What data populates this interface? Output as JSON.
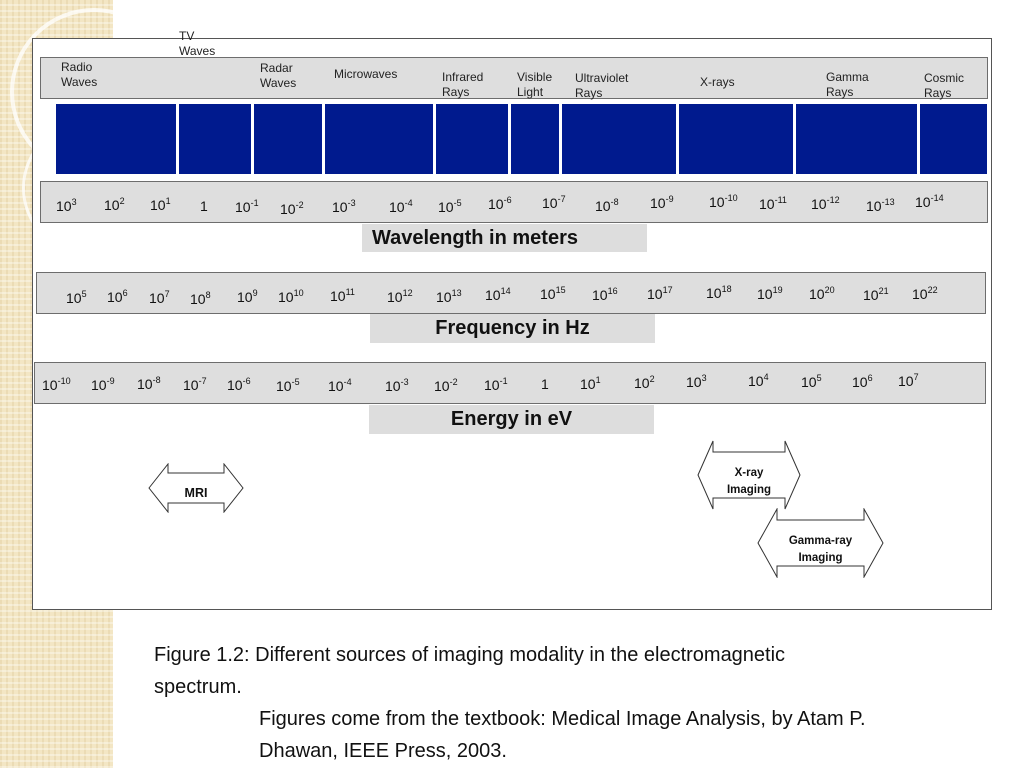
{
  "top_label": {
    "line1": "TV",
    "line2": "Waves"
  },
  "bands": [
    {
      "l1": "Radio",
      "l2": "Waves"
    },
    {
      "l1": "Radar",
      "l2": "Waves"
    },
    {
      "l1": "Microwaves",
      "l2": ""
    },
    {
      "l1": "Infrared",
      "l2": "Rays"
    },
    {
      "l1": "Visible",
      "l2": "Light"
    },
    {
      "l1": "Ultraviolet",
      "l2": "Rays"
    },
    {
      "l1": "X-rays",
      "l2": ""
    },
    {
      "l1": "Gamma",
      "l2": "Rays"
    },
    {
      "l1": "Cosmic",
      "l2": "Rays"
    }
  ],
  "colors": {
    "band_fill": "#001a8e",
    "bar_fill": "#dedede",
    "caption_fill": "#dddddd"
  },
  "wavelength": {
    "caption": "Wavelength in meters",
    "ticks": [
      {
        "b": "10",
        "e": "3"
      },
      {
        "b": "10",
        "e": "2"
      },
      {
        "b": "10",
        "e": "1"
      },
      {
        "b": "1",
        "e": ""
      },
      {
        "b": "10",
        "e": "-1"
      },
      {
        "b": "10",
        "e": "-2"
      },
      {
        "b": "10",
        "e": "-3"
      },
      {
        "b": "10",
        "e": "-4"
      },
      {
        "b": "10",
        "e": "-5"
      },
      {
        "b": "10",
        "e": "-6"
      },
      {
        "b": "10",
        "e": "-7"
      },
      {
        "b": "10",
        "e": "-8"
      },
      {
        "b": "10",
        "e": "-9"
      },
      {
        "b": "10",
        "e": "-10"
      },
      {
        "b": "10",
        "e": "-11"
      },
      {
        "b": "10",
        "e": "-12"
      },
      {
        "b": "10",
        "e": "-13"
      },
      {
        "b": "10",
        "e": "-14"
      }
    ]
  },
  "frequency": {
    "caption": "Frequency in Hz",
    "ticks": [
      {
        "b": "10",
        "e": "5"
      },
      {
        "b": "10",
        "e": "6"
      },
      {
        "b": "10",
        "e": "7"
      },
      {
        "b": "10",
        "e": "8"
      },
      {
        "b": "10",
        "e": "9"
      },
      {
        "b": "10",
        "e": "10"
      },
      {
        "b": "10",
        "e": "11"
      },
      {
        "b": "10",
        "e": "12"
      },
      {
        "b": "10",
        "e": "13"
      },
      {
        "b": "10",
        "e": "14"
      },
      {
        "b": "10",
        "e": "15"
      },
      {
        "b": "10",
        "e": "16"
      },
      {
        "b": "10",
        "e": "17"
      },
      {
        "b": "10",
        "e": "18"
      },
      {
        "b": "10",
        "e": "19"
      },
      {
        "b": "10",
        "e": "20"
      },
      {
        "b": "10",
        "e": "21"
      },
      {
        "b": "10",
        "e": "22"
      }
    ]
  },
  "energy": {
    "caption": "Energy in eV",
    "ticks": [
      {
        "b": "10",
        "e": "-10"
      },
      {
        "b": "10",
        "e": "-9"
      },
      {
        "b": "10",
        "e": "-8"
      },
      {
        "b": "10",
        "e": "-7"
      },
      {
        "b": "10",
        "e": "-6"
      },
      {
        "b": "10",
        "e": "-5"
      },
      {
        "b": "10",
        "e": "-4"
      },
      {
        "b": "10",
        "e": "-3"
      },
      {
        "b": "10",
        "e": "-2"
      },
      {
        "b": "10",
        "e": "-1"
      },
      {
        "b": "1",
        "e": ""
      },
      {
        "b": "10",
        "e": "1"
      },
      {
        "b": "10",
        "e": "2"
      },
      {
        "b": "10",
        "e": "3"
      },
      {
        "b": "10",
        "e": "4"
      },
      {
        "b": "10",
        "e": "5"
      },
      {
        "b": "10",
        "e": "6"
      },
      {
        "b": "10",
        "e": "7"
      }
    ]
  },
  "modalities": {
    "mri": "MRI",
    "xray": {
      "l1": "X-ray",
      "l2": "Imaging"
    },
    "gamma": {
      "l1": "Gamma-ray",
      "l2": "Imaging"
    }
  },
  "figure": {
    "caption_line1": "Figure 1.2: Different sources of imaging modality in the electromagnetic",
    "caption_line2": "spectrum.",
    "source_line1": "Figures come from the textbook: Medical Image Analysis, by Atam P.",
    "source_line2": "Dhawan, IEEE Press, 2003."
  }
}
